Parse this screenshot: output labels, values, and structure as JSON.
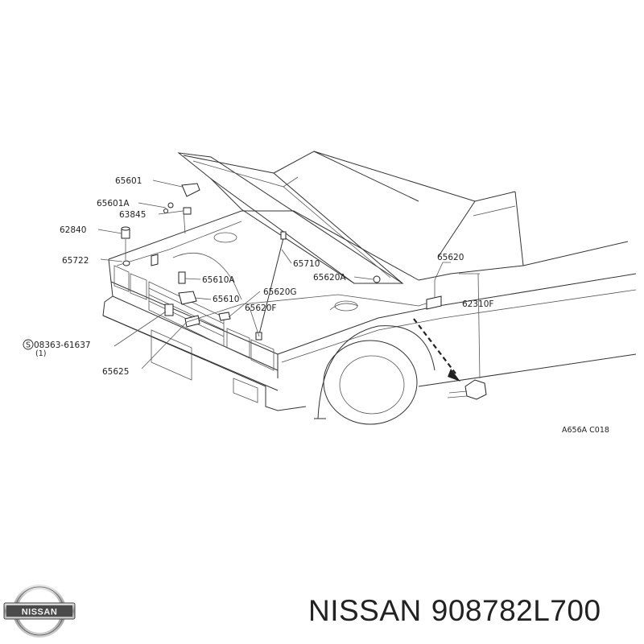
{
  "diagram": {
    "parts": [
      {
        "id": "65601"
      },
      {
        "id": "65601A"
      },
      {
        "id": "63845"
      },
      {
        "id": "62840"
      },
      {
        "id": "65722"
      },
      {
        "id": "65610A"
      },
      {
        "id": "65610"
      },
      {
        "id": "65620G"
      },
      {
        "id": "65620F"
      },
      {
        "id": "65710"
      },
      {
        "id": "65620A"
      },
      {
        "id": "65620"
      },
      {
        "id": "62310F"
      },
      {
        "id": "65625"
      }
    ],
    "screw": {
      "code": "S",
      "number": "08363-61637",
      "qty": "(1)"
    },
    "figure_code": "A656A C018"
  },
  "footer": {
    "logo_text": "NISSAN",
    "brand": "NISSAN",
    "part_number": "908782L700"
  }
}
